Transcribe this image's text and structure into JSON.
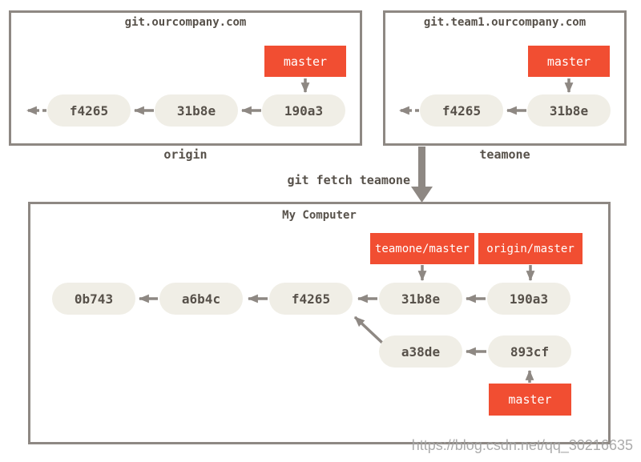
{
  "colors": {
    "accent_red": "#f14e32",
    "line_gray": "#8e8883",
    "pill_fill": "#f0eee6",
    "text_dark": "#57514a",
    "watermark_gray": "#a3a3a3"
  },
  "remotes": {
    "origin": {
      "title": "git.ourcompany.com",
      "label": "origin",
      "branch": "master",
      "commits": [
        "f4265",
        "31b8e",
        "190a3"
      ]
    },
    "teamone": {
      "title": "git.team1.ourcompany.com",
      "label": "teamone",
      "branch": "master",
      "commits": [
        "f4265",
        "31b8e"
      ]
    }
  },
  "command": "git fetch teamone",
  "local": {
    "title": "My Computer",
    "refs": {
      "teamone_master": "teamone/master",
      "origin_master": "origin/master",
      "master": "master"
    },
    "main_commits": [
      "0b743",
      "a6b4c",
      "f4265",
      "31b8e",
      "190a3"
    ],
    "branch_commits": [
      "a38de",
      "893cf"
    ]
  },
  "watermark": "https://blog.csdn.net/qq_30216635"
}
